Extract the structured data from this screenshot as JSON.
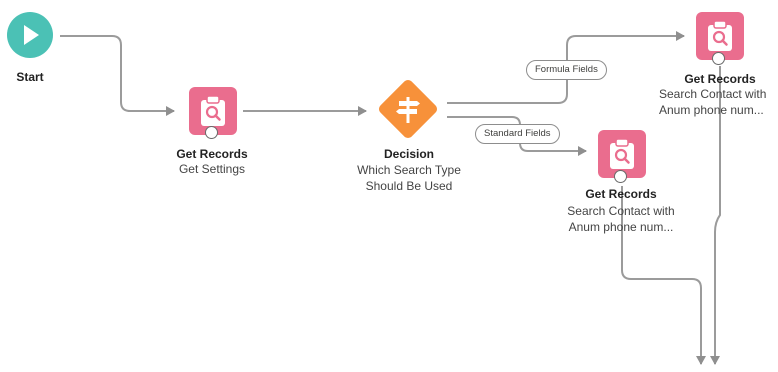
{
  "flow": {
    "start": {
      "label": "Start"
    },
    "get_settings": {
      "title": "Get Records",
      "subtitle": "Get Settings"
    },
    "decision": {
      "title": "Decision",
      "subtitle_line1": "Which Search Type",
      "subtitle_line2": "Should Be Used"
    },
    "get_formula": {
      "title": "Get Records",
      "subtitle_line1": "Search Contact with",
      "subtitle_line2": "Anum phone num..."
    },
    "get_standard": {
      "title": "Get Records",
      "subtitle_line1": "Search Contact with",
      "subtitle_line2": "Anum phone num..."
    },
    "outcomes": {
      "formula": "Formula Fields",
      "standard": "Standard Fields"
    }
  },
  "colors": {
    "start": "#4bc1b5",
    "get_records": "#ea6d8e",
    "decision": "#f7913a",
    "connector": "#9b9b9b"
  },
  "icons": {
    "start": "play-icon",
    "get_records": "clipboard-search-icon",
    "decision": "signpost-icon"
  }
}
